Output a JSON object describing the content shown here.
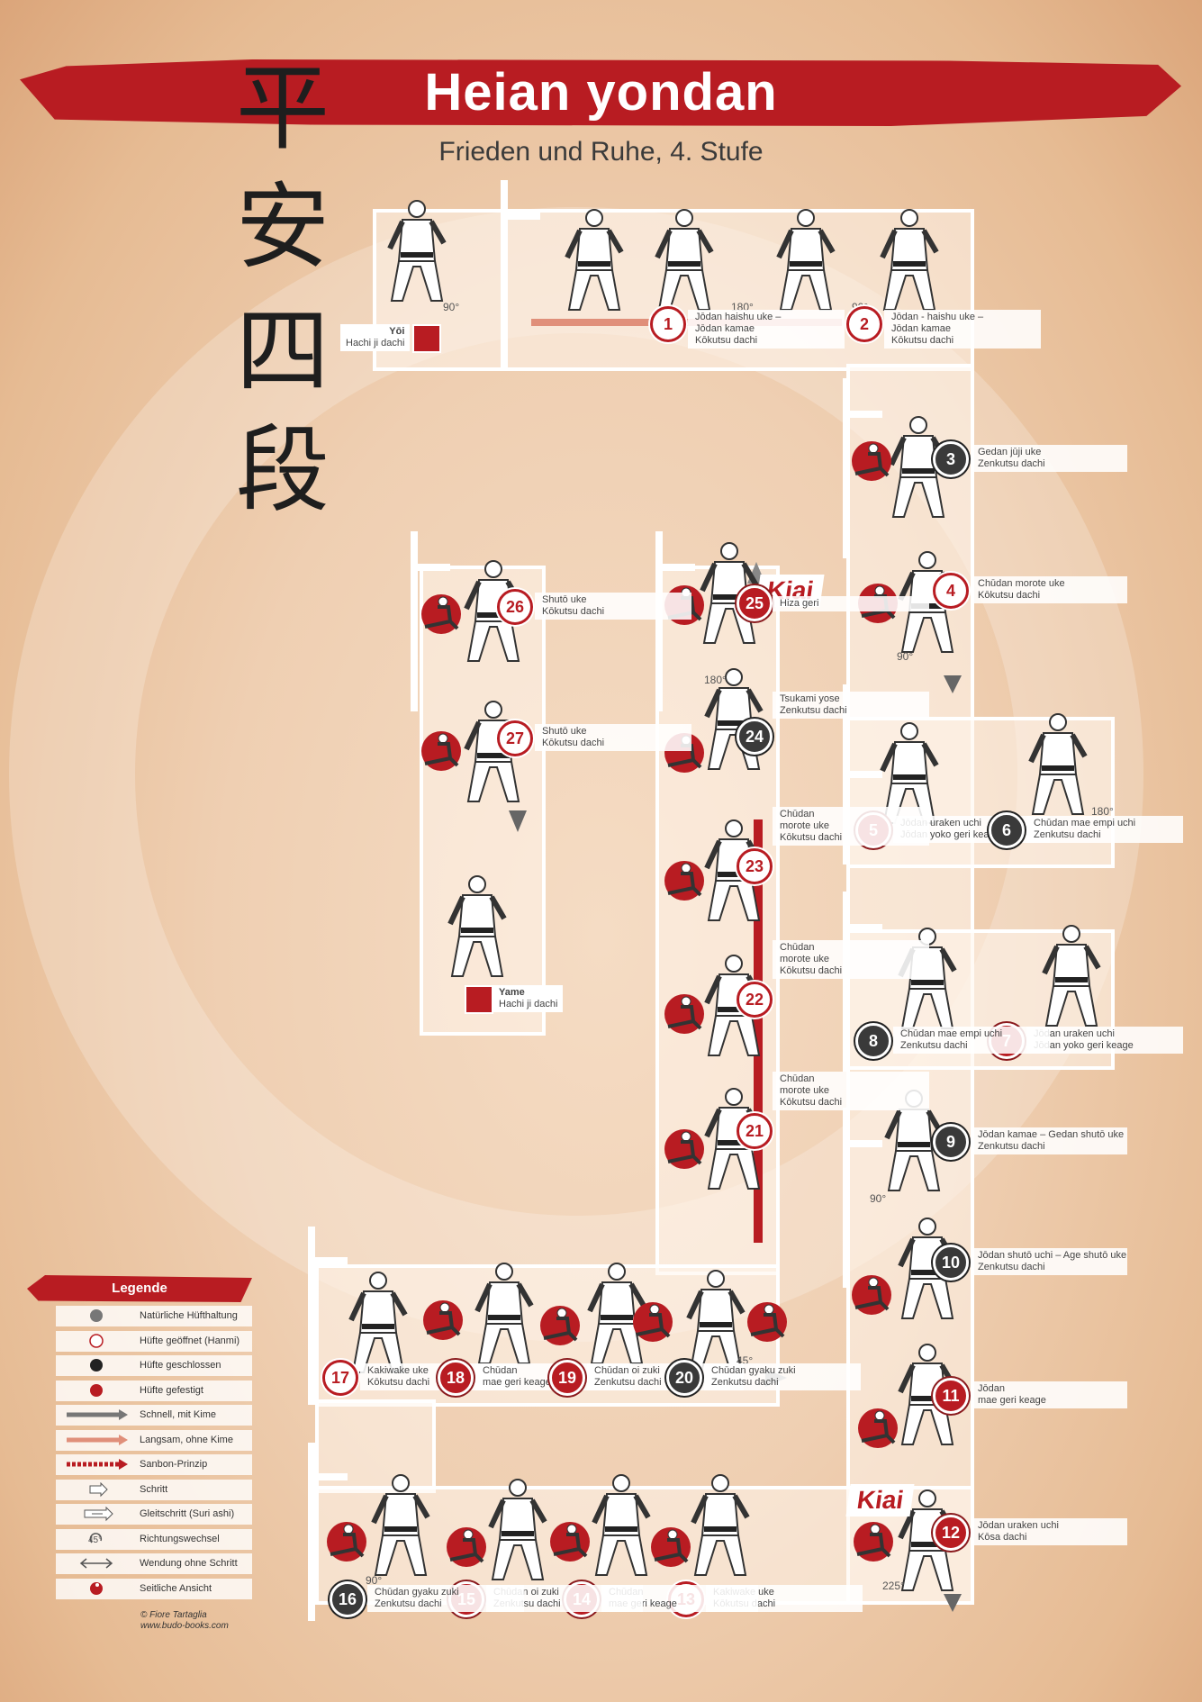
{
  "title": "Heian yondan",
  "subtitle": "Frieden und Ruhe, 4. Stufe",
  "kanji": [
    "平",
    "安",
    "四",
    "段"
  ],
  "colors": {
    "accent": "#b81c22",
    "dark": "#3a3a3a",
    "panel": "#fff5ec",
    "background": "#efcfb2"
  },
  "start": {
    "name": "Yōi",
    "stance": "Hachi ji dachi"
  },
  "end": {
    "name": "Yame",
    "stance": "Hachi ji dachi"
  },
  "steps": [
    {
      "n": "1",
      "lines": [
        "Jōdan haishu uke –",
        "Jōdan kamae",
        "Kōkutsu dachi"
      ]
    },
    {
      "n": "2",
      "lines": [
        "Jōdan - haishu uke –",
        "Jōdan kamae",
        "Kōkutsu dachi"
      ]
    },
    {
      "n": "3",
      "lines": [
        "Gedan jūji uke",
        "Zenkutsu dachi"
      ]
    },
    {
      "n": "4",
      "lines": [
        "Chūdan morote uke",
        "Kōkutsu dachi"
      ]
    },
    {
      "n": "5",
      "lines": [
        "Jōdan uraken uchi",
        "Jōdan yoko geri keage"
      ]
    },
    {
      "n": "6",
      "lines": [
        "Chūdan mae empi uchi",
        "Zenkutsu dachi"
      ]
    },
    {
      "n": "7",
      "lines": [
        "Jōdan uraken uchi",
        "Jōdan yoko geri keage"
      ]
    },
    {
      "n": "8",
      "lines": [
        "Chūdan mae empi uchi",
        "Zenkutsu dachi"
      ]
    },
    {
      "n": "9",
      "lines": [
        "Jōdan kamae – Gedan shutō uke",
        "Zenkutsu dachi"
      ]
    },
    {
      "n": "10",
      "lines": [
        "Jōdan shutō uchi – Age shutō uke",
        "Zenkutsu dachi"
      ]
    },
    {
      "n": "11",
      "lines": [
        "Jōdan",
        "mae geri keage"
      ]
    },
    {
      "n": "12",
      "lines": [
        "Jōdan uraken uchi",
        "Kōsa dachi"
      ]
    },
    {
      "n": "13",
      "lines": [
        "Kakiwake uke",
        "Kōkutsu dachi"
      ]
    },
    {
      "n": "14",
      "lines": [
        "Chūdan",
        "mae geri keage"
      ]
    },
    {
      "n": "15",
      "lines": [
        "Chūdan oi zuki",
        "Zenkutsu dachi"
      ]
    },
    {
      "n": "16",
      "lines": [
        "Chūdan gyaku zuki",
        "Zenkutsu dachi"
      ]
    },
    {
      "n": "17",
      "lines": [
        "Kakiwake uke",
        "Kōkutsu dachi"
      ]
    },
    {
      "n": "18",
      "lines": [
        "Chūdan",
        "mae geri keage"
      ]
    },
    {
      "n": "19",
      "lines": [
        "Chūdan oi zuki",
        "Zenkutsu dachi"
      ]
    },
    {
      "n": "20",
      "lines": [
        "Chūdan gyaku zuki",
        "Zenkutsu dachi"
      ]
    },
    {
      "n": "21",
      "lines": [
        "Chūdan",
        "morote uke",
        "Kōkutsu dachi"
      ]
    },
    {
      "n": "22",
      "lines": [
        "Chūdan",
        "morote uke",
        "Kōkutsu dachi"
      ]
    },
    {
      "n": "23",
      "lines": [
        "Chūdan",
        "morote uke",
        "Kōkutsu dachi"
      ]
    },
    {
      "n": "24",
      "lines": [
        "Tsukami yose",
        "Zenkutsu dachi"
      ]
    },
    {
      "n": "25",
      "lines": [
        "Hiza geri"
      ]
    },
    {
      "n": "26",
      "lines": [
        "Shutō uke",
        "Kōkutsu dachi"
      ]
    },
    {
      "n": "27",
      "lines": [
        "Shutō uke",
        "Kōkutsu dachi"
      ]
    }
  ],
  "kiai": [
    "Kiai",
    "Kiai"
  ],
  "angle_notes": [
    "90°",
    "180°",
    "90°",
    "90°",
    "180°",
    "180°",
    "90°",
    "45°",
    "90°",
    "225°"
  ],
  "legend": {
    "title": "Legende",
    "items": [
      "Natürliche Hüfthaltung",
      "Hüfte geöffnet (Hanmi)",
      "Hüfte geschlossen",
      "Hüfte gefestigt",
      "Schnell, mit Kime",
      "Langsam, ohne Kime",
      "Sanbon-Prinzip",
      "Schritt",
      "Gleitschritt (Suri ashi)",
      "Richtungswechsel",
      "Wendung ohne Schritt",
      "Seitliche Ansicht"
    ],
    "angle_example": "45°"
  },
  "copyright": [
    "© Fiore Tartaglia",
    "www.budo-books.com"
  ]
}
